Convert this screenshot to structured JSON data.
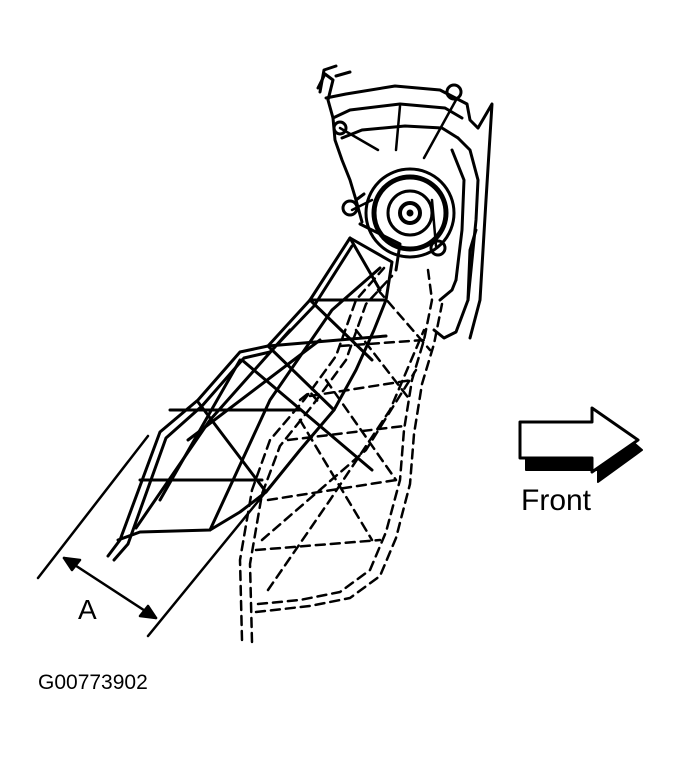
{
  "labels": {
    "front": "Front",
    "dimension": "A",
    "reference": "G00773902"
  },
  "colors": {
    "ink": "#000000",
    "paper": "#ffffff",
    "arrow_fill": "#ffffff",
    "arrow_shadow": "#000000"
  },
  "icons": {
    "direction": "front-arrow-icon",
    "pulley": "pulley-icon"
  }
}
